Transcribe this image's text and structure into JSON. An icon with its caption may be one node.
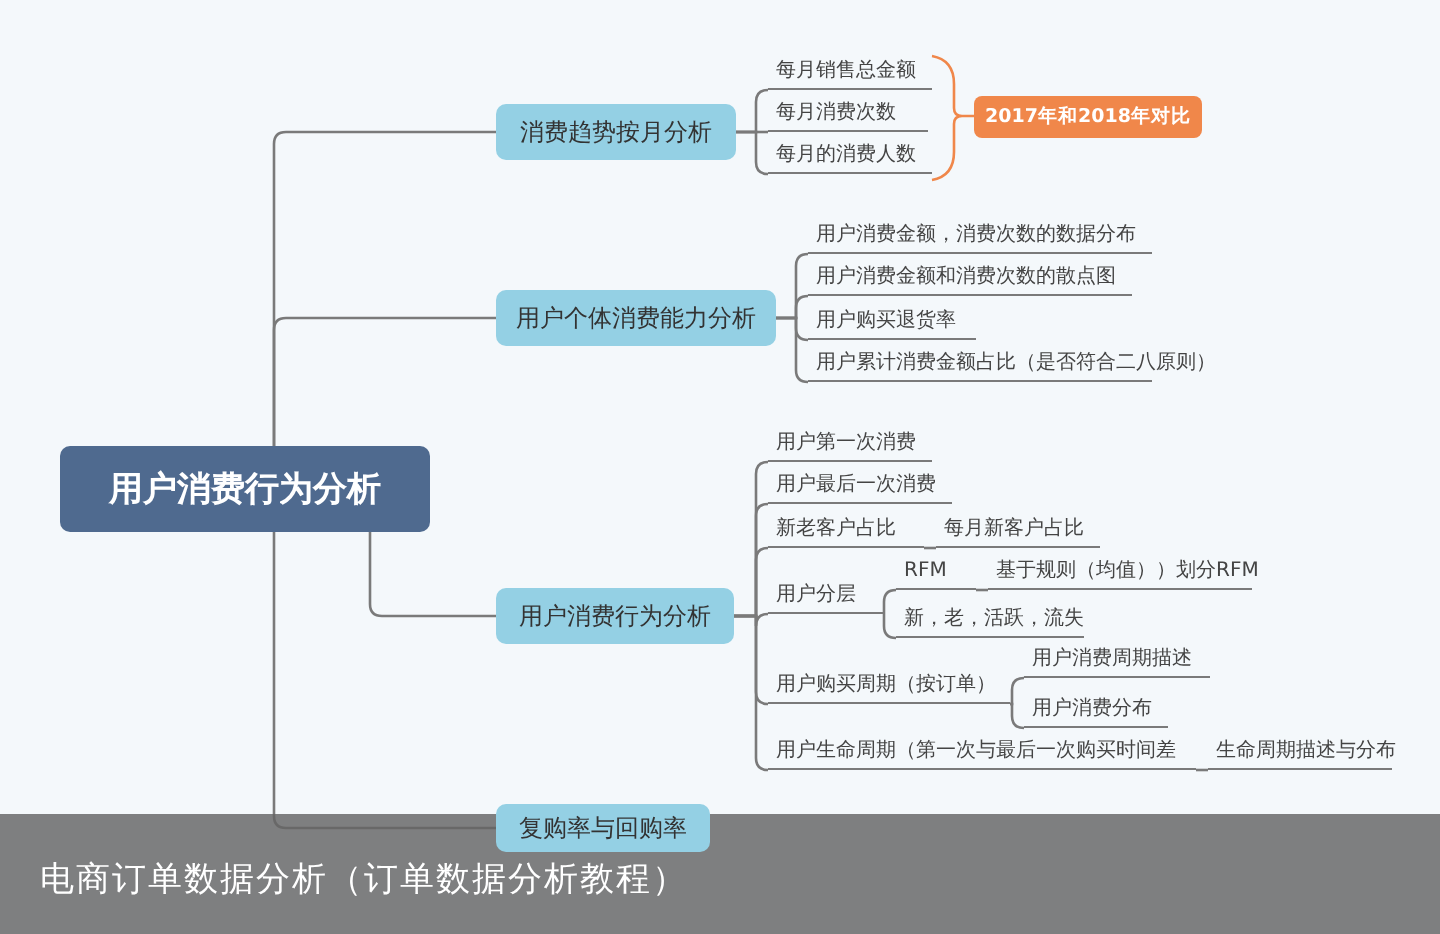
{
  "diagram": {
    "caption": "电商订单数据分析（订单数据分析教程）",
    "nodes": [
      {
        "text": [
          "用户消费行为分析"
        ]
      },
      {
        "text": [
          "消费趋势按月分析"
        ]
      },
      {
        "text": [
          "每月销售总金额"
        ]
      },
      {
        "text": [
          "每月消费次数"
        ]
      },
      {
        "text": [
          "每月的消费人数"
        ]
      },
      {
        "text": [
          "2017年和2018年对比"
        ]
      },
      {
        "text": [
          "用户个体消费能力分析"
        ]
      },
      {
        "text": [
          "用户消费金额，消费次数的数据分布"
        ]
      },
      {
        "text": [
          "用户消费金额和消费次数的散点图"
        ]
      },
      {
        "text": [
          "用户购买退货率"
        ]
      },
      {
        "text": [
          "用户累计消费金额占比（是否符合二八原则）"
        ]
      },
      {
        "text": [
          "用户消费行为分析"
        ]
      },
      {
        "text": [
          "用户第一次消费"
        ]
      },
      {
        "text": [
          "用户最后一次消费"
        ]
      },
      {
        "text": [
          "新老客户占比"
        ]
      },
      {
        "text": [
          "每月新客户占比"
        ]
      },
      {
        "text": [
          "用户分层"
        ]
      },
      {
        "text": [
          "RFM"
        ]
      },
      {
        "text": [
          "基于规则（均值））划分RFM"
        ]
      },
      {
        "text": [
          "新，老，活跃，流失"
        ]
      },
      {
        "text": [
          "用户购买周期（按订单）"
        ]
      },
      {
        "text": [
          "用户消费周期描述"
        ]
      },
      {
        "text": [
          "用户消费分布"
        ]
      },
      {
        "text": [
          "用户生命周期（第一次与最后一次购买时间差"
        ]
      },
      {
        "text": [
          "生命周期描述与分布"
        ]
      },
      {
        "text": [
          "复购率与回购率"
        ]
      }
    ],
    "edges": [
      {
        "from": 0,
        "to": 1,
        "arrow": "none"
      },
      {
        "from": 0,
        "to": 6,
        "arrow": "none"
      },
      {
        "from": 0,
        "to": 11,
        "arrow": "none"
      },
      {
        "from": 0,
        "to": 25,
        "arrow": "none"
      },
      {
        "from": 1,
        "to": 2,
        "arrow": "none"
      },
      {
        "from": 1,
        "to": 3,
        "arrow": "none"
      },
      {
        "from": 1,
        "to": 4,
        "arrow": "none"
      },
      {
        "from": 6,
        "to": 7,
        "arrow": "none"
      },
      {
        "from": 6,
        "to": 8,
        "arrow": "none"
      },
      {
        "from": 6,
        "to": 9,
        "arrow": "none"
      },
      {
        "from": 6,
        "to": 10,
        "arrow": "none"
      },
      {
        "from": 11,
        "to": 12,
        "arrow": "none"
      },
      {
        "from": 11,
        "to": 13,
        "arrow": "none"
      },
      {
        "from": 11,
        "to": 14,
        "arrow": "none"
      },
      {
        "from": 11,
        "to": 16,
        "arrow": "none"
      },
      {
        "from": 11,
        "to": 20,
        "arrow": "none"
      },
      {
        "from": 11,
        "to": 23,
        "arrow": "none"
      },
      {
        "from": 14,
        "to": 15,
        "arrow": "none"
      },
      {
        "from": 16,
        "to": 17,
        "arrow": "none"
      },
      {
        "from": 16,
        "to": 19,
        "arrow": "none"
      },
      {
        "from": 17,
        "to": 18,
        "arrow": "none"
      },
      {
        "from": 20,
        "to": 21,
        "arrow": "none"
      },
      {
        "from": 20,
        "to": 22,
        "arrow": "none"
      },
      {
        "from": 23,
        "to": 24,
        "arrow": "none"
      }
    ]
  }
}
